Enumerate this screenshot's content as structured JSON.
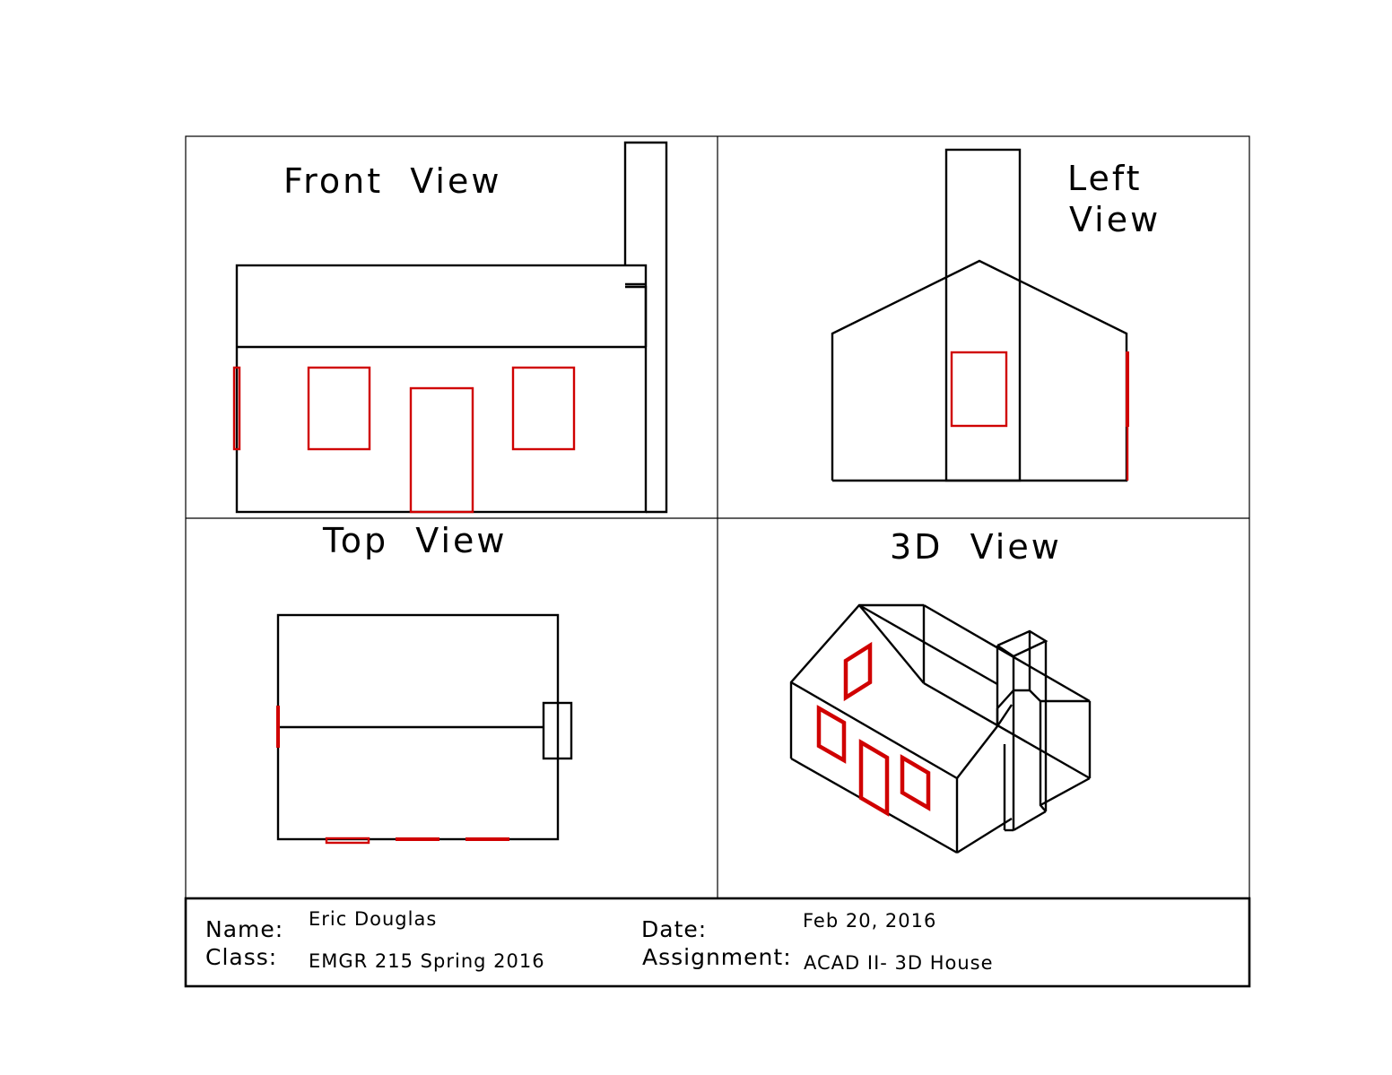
{
  "views": {
    "front": {
      "title": "Front  View"
    },
    "left": {
      "title_line1": "Left",
      "title_line2": "View"
    },
    "top": {
      "title": "Top  View"
    },
    "iso": {
      "title": "3D  View"
    }
  },
  "title_block": {
    "name_label": "Name:",
    "name_value": "Eric Douglas",
    "class_label": "Class:",
    "class_value": "EMGR 215 Spring 2016",
    "date_label": "Date:",
    "date_value": "Feb 20, 2016",
    "assignment_label": "Assignment:",
    "assignment_value": "ACAD II- 3D House"
  },
  "colors": {
    "line": "#000000",
    "feature": "#d00000",
    "background": "#ffffff"
  }
}
